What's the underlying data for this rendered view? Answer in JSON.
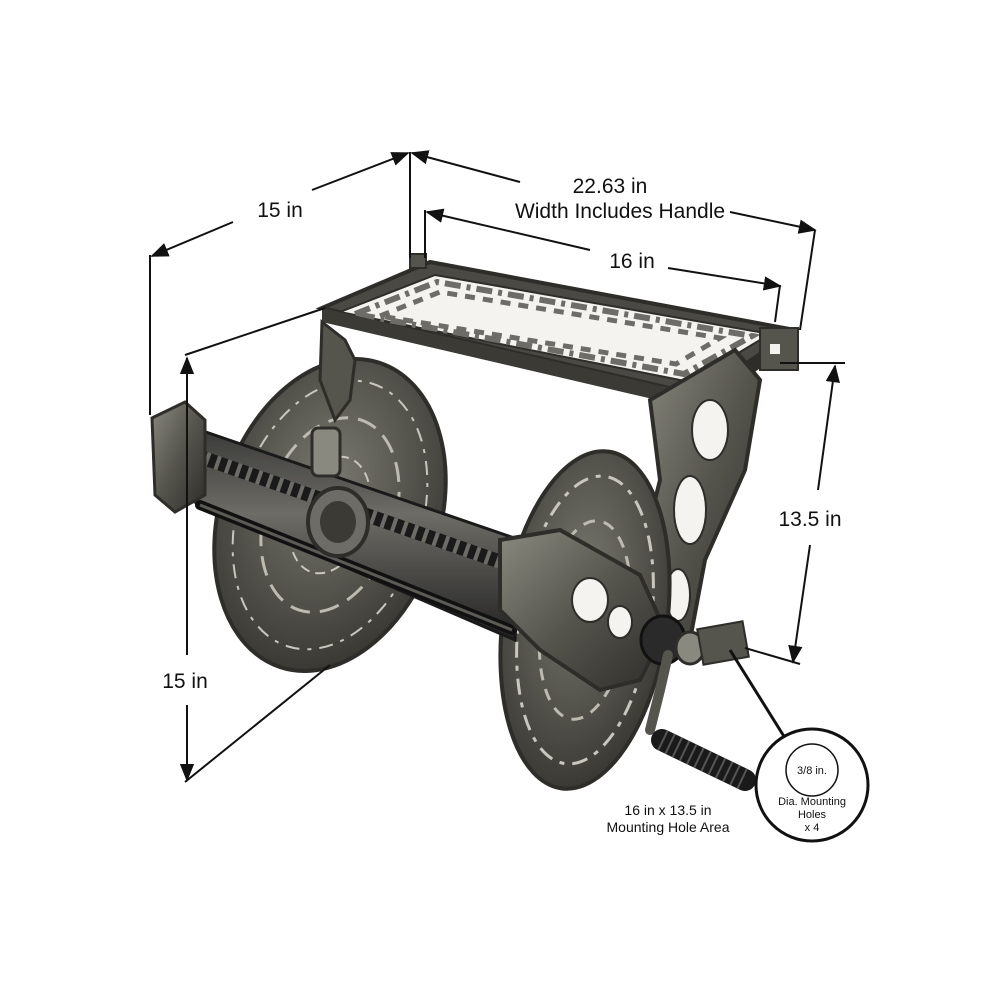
{
  "dimensions": {
    "depth_top": "15 in",
    "total_width": "22.63 in",
    "total_width_note": "Width Includes Handle",
    "width": "16 in",
    "height_right": "13.5 in",
    "height_left": "15 in"
  },
  "mounting": {
    "area_line1": "16 in x 13.5 in",
    "area_line2": "Mounting Hole Area",
    "hole_size": "3/8 in.",
    "hole_label_line1": "Dia. Mounting",
    "hole_label_line2": "Holes",
    "hole_label_line3": "x 4"
  },
  "colors": {
    "metal": "#55544d",
    "metal_dark": "#2e2d29",
    "metal_light": "#8a897f",
    "hose": "#1a1a1a"
  }
}
